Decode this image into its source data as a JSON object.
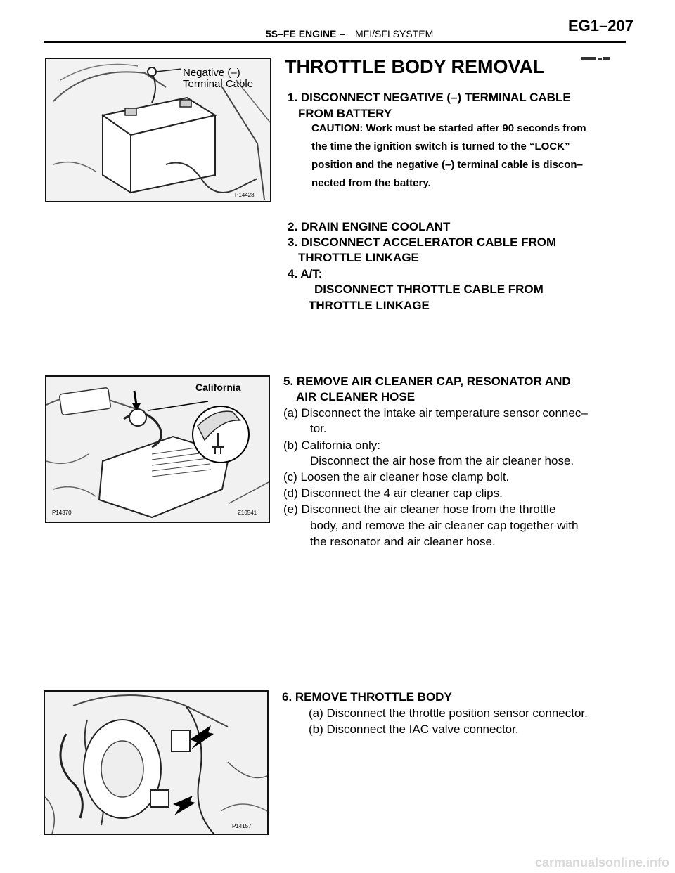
{
  "header": {
    "engine": "5S–FE ENGINE",
    "dash": "–",
    "system": "MFI/SFI SYSTEM",
    "page_code": "EG1–207"
  },
  "title": "THROTTLE BODY REMOVAL",
  "figures": {
    "battery": {
      "label1": "Negative (–)",
      "label2": "Terminal Cable",
      "code": "P14428"
    },
    "air_cleaner": {
      "label": "California",
      "code_left": "P14370",
      "code_right": "Z10541"
    },
    "throttle_body": {
      "code": "P14157"
    }
  },
  "steps": {
    "s1_line1": "1. DISCONNECT NEGATIVE (–) TERMINAL CABLE",
    "s1_line2": "FROM BATTERY",
    "caution": [
      "CAUTION: Work must be started after 90 seconds from",
      "the time the ignition switch is turned to the “LOCK”",
      "position and the negative (–) terminal cable is discon–",
      "nected from the battery."
    ],
    "s2": "2. DRAIN ENGINE COOLANT",
    "s3_line1": "3. DISCONNECT ACCELERATOR CABLE FROM",
    "s3_line2": "THROTTLE LINKAGE",
    "s4_line1": "4. A/T:",
    "s4_line2": "DISCONNECT THROTTLE CABLE FROM",
    "s4_line3": "THROTTLE LINKAGE",
    "s5_line1": "5. REMOVE AIR CLEANER CAP, RESONATOR AND",
    "s5_line2": "AIR CLEANER HOSE",
    "s5_a1": "(a) Disconnect the intake air temperature sensor connec–",
    "s5_a2": "tor.",
    "s5_b1": "(b) California only:",
    "s5_b2": "Disconnect the air hose from the air cleaner hose.",
    "s5_c": "(c) Loosen the air cleaner hose clamp bolt.",
    "s5_d": "(d) Disconnect the 4 air cleaner cap clips.",
    "s5_e1": "(e) Disconnect the air cleaner hose from the throttle",
    "s5_e2": "body, and remove the air cleaner cap together with",
    "s5_e3": "the resonator and air cleaner hose.",
    "s6": "6. REMOVE THROTTLE BODY",
    "s6_a": "(a) Disconnect the throttle position sensor connector.",
    "s6_b": "(b) Disconnect the IAC valve connector."
  },
  "footer": "carmanualsonline.info"
}
